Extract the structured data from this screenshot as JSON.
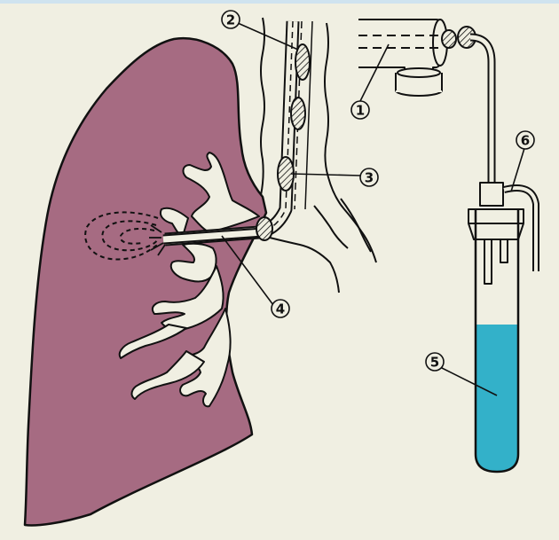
{
  "diagram": {
    "callouts": [
      {
        "id": "1",
        "label": "1"
      },
      {
        "id": "2",
        "label": "2"
      },
      {
        "id": "3",
        "label": "3"
      },
      {
        "id": "4",
        "label": "4"
      },
      {
        "id": "5",
        "label": "5"
      },
      {
        "id": "6",
        "label": "6"
      }
    ],
    "colors": {
      "background": "#f0efe2",
      "lung": "#a66b82",
      "liquid": "#33b1c9",
      "outline": "#111111",
      "top_strip": "#cfe3ef"
    }
  }
}
